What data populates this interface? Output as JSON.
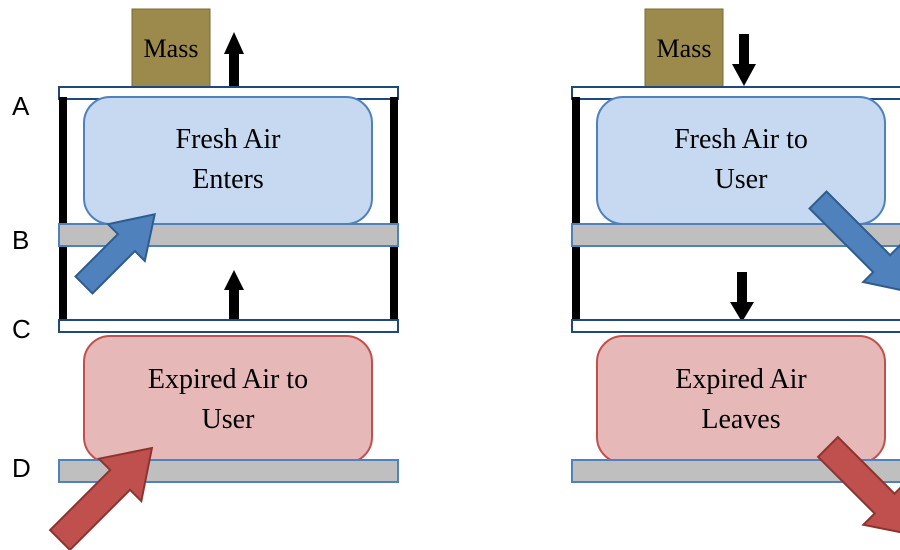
{
  "colors": {
    "mass_fill": "#9c8a4c",
    "mass_stroke": "#7a6a30",
    "fresh_fill": "#c6d9f1",
    "fresh_stroke": "#4f81bd",
    "expired_fill": "#e6b9b8",
    "expired_stroke": "#c0504d",
    "plate_fill": "#bfbfbf",
    "plate_stroke": "#4f81bd",
    "blue_arrow": "#4f81bd",
    "red_arrow": "#c0504d"
  },
  "row_labels": [
    "A",
    "B",
    "C",
    "D"
  ],
  "left_panel": {
    "mass": "Mass",
    "mass_direction": "up",
    "fresh_line1": "Fresh Air",
    "fresh_line2": "Enters",
    "expired_line1": "Expired Air to",
    "expired_line2": "User"
  },
  "right_panel": {
    "mass": "Mass",
    "mass_direction": "down",
    "fresh_line1": "Fresh Air to",
    "fresh_line2": "User",
    "expired_line1": "Expired Air",
    "expired_line2": "Leaves"
  }
}
